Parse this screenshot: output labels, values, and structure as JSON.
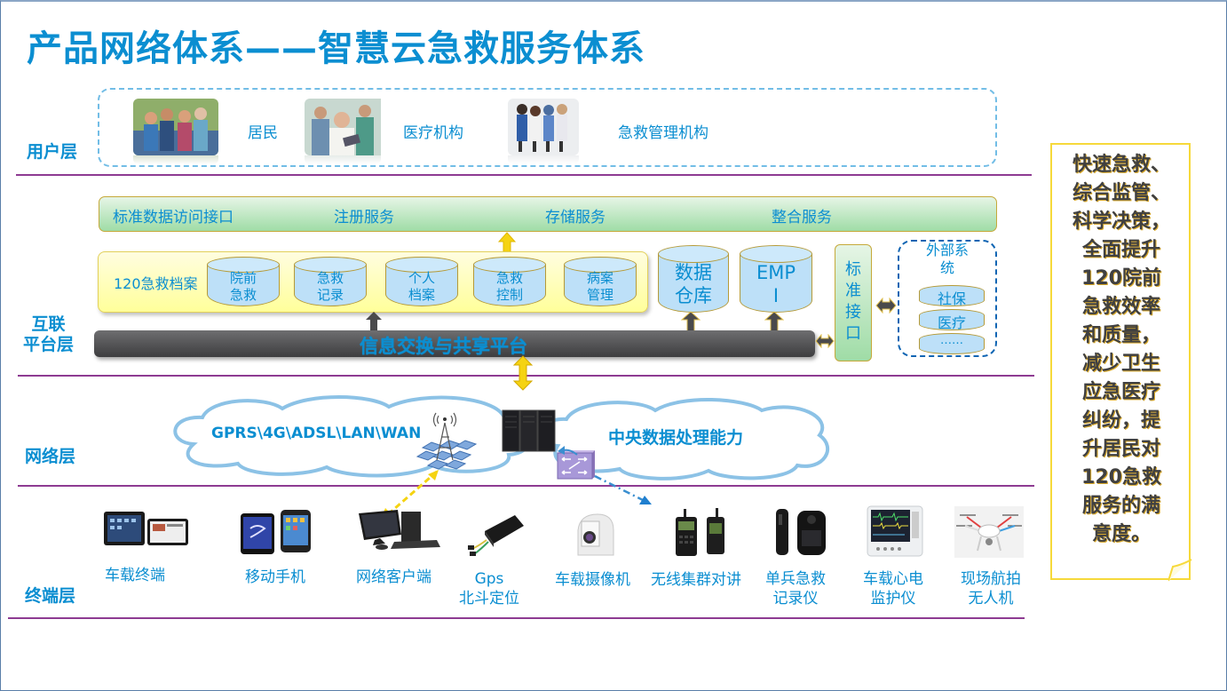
{
  "title": "产品网络体系——智慧云急救服务体系",
  "layers": {
    "user": "用户层",
    "platform": "互联\n平台层",
    "network": "网络层",
    "terminal": "终端层"
  },
  "user_layer": {
    "items": [
      {
        "label": "居民",
        "icon": "family-photo"
      },
      {
        "label": "医疗机构",
        "icon": "medical-staff-photo"
      },
      {
        "label": "急救管理机构",
        "icon": "emergency-team-photo"
      }
    ]
  },
  "services": [
    "标准数据访问接口",
    "注册服务",
    "存储服务",
    "整合服务"
  ],
  "archive": {
    "label": "120急救档案",
    "databases": [
      {
        "line1": "院前",
        "line2": "急救"
      },
      {
        "line1": "急救",
        "line2": "记录"
      },
      {
        "line1": "个人",
        "line2": "档案"
      },
      {
        "line1": "急救",
        "line2": "控制"
      },
      {
        "line1": "病案",
        "line2": "管理"
      }
    ]
  },
  "big_databases": [
    {
      "line1": "数据",
      "line2": "仓库"
    },
    {
      "line1": "EMP",
      "line2": "I"
    }
  ],
  "platform_bar": "信息交换与共享平台",
  "standard_interface": "标\n准\n接\n口",
  "external_systems": {
    "title": "外部系\n统",
    "items": [
      "社保",
      "医疗",
      "……"
    ]
  },
  "network": {
    "cloud_left": "GPRS\\4G\\ADSL\\LAN\\WAN",
    "cloud_right": "中央数据处理能力"
  },
  "terminals": [
    {
      "label": "车载终端",
      "icon": "tablet-icon"
    },
    {
      "label": "移动手机",
      "icon": "smartphone-icon"
    },
    {
      "label": "网络客户端",
      "icon": "desktop-computer-icon"
    },
    {
      "label": "Gps\n北斗定位",
      "icon": "gps-tracker-icon"
    },
    {
      "label": "车载摄像机",
      "icon": "dome-camera-icon"
    },
    {
      "label": "无线集群对讲",
      "icon": "walkie-talkie-icon"
    },
    {
      "label": "单兵急救\n记录仪",
      "icon": "body-camera-icon"
    },
    {
      "label": "车载心电\n监护仪",
      "icon": "ecg-monitor-icon"
    },
    {
      "label": "现场航拍\n无人机",
      "icon": "drone-icon"
    }
  ],
  "note": "快速急救、\n综合监管、\n科学决策，\n全面提升\n120院前\n急救效率\n和质量，\n减少卫生\n应急医疗\n纠纷，提\n升居民对\n120急救\n服务的满\n意度。",
  "colors": {
    "accent_blue": "#0b8ed1",
    "divider_purple": "#8e3b92",
    "note_border": "#f6d93a",
    "platform_bar": "#4a4a4c"
  }
}
